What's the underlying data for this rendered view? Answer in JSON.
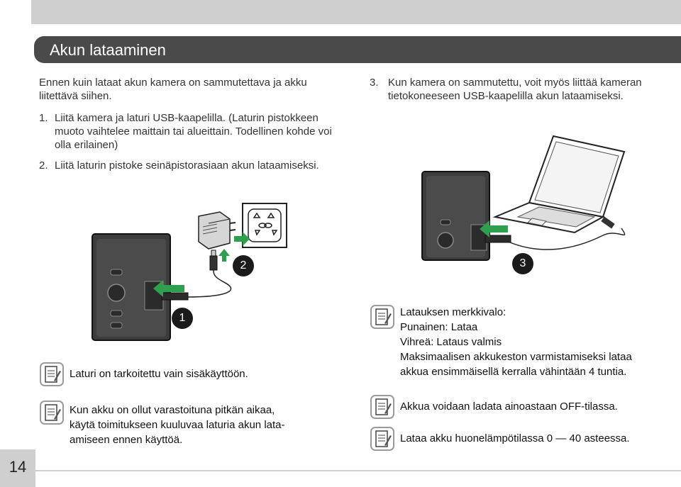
{
  "section": {
    "title": "Akun lataaminen"
  },
  "intro": "Ennen kuin lataat akun kamera on sammutettava ja akku liitettävä siihen.",
  "steps": [
    {
      "num": "1.",
      "text": "Liitä kamera ja laturi USB-kaapelilla. (Laturin pistokkeen muoto vaihtelee maittain tai alueittain. Todellinen kohde voi olla erilainen)"
    },
    {
      "num": "2.",
      "text": "Liitä laturin pistoke seinäpistorasiaan akun lataamiseksi."
    },
    {
      "num": "3.",
      "text": "Kun kamera on sammutettu, voit myös liittää kameran tietokoneeseen USB-kaapelilla akun lataamiseksi."
    }
  ],
  "badges": {
    "b1": "1",
    "b2": "2",
    "b3": "3"
  },
  "notes_left": [
    "Laturi on tarkoitettu vain sisäkäyttöön.",
    "Kun akku on ollut varastoituna pitkän aikaa,\nkäytä toimitukseen kuuluvaa laturia akun lata-\namiseen ennen käyttöä."
  ],
  "notes_right": [
    "Latauksen merkkivalo:\nPunainen: Lataa\nVihreä: Lataus valmis\nMaksimaalisen akkukeston varmistamiseksi lataa\nakkua ensimmäisellä kerralla vähintään 4 tuntia.",
    "Akkua voidaan ladata ainoastaan OFF-tilassa.",
    "Lataa akku huonelämpötilassa 0 — 40 asteessa."
  ],
  "page_number": "14",
  "colors": {
    "header_bg": "#4a4a4a",
    "gray_bar": "#cfcfcf",
    "arrow_green": "#2e9e4f"
  }
}
